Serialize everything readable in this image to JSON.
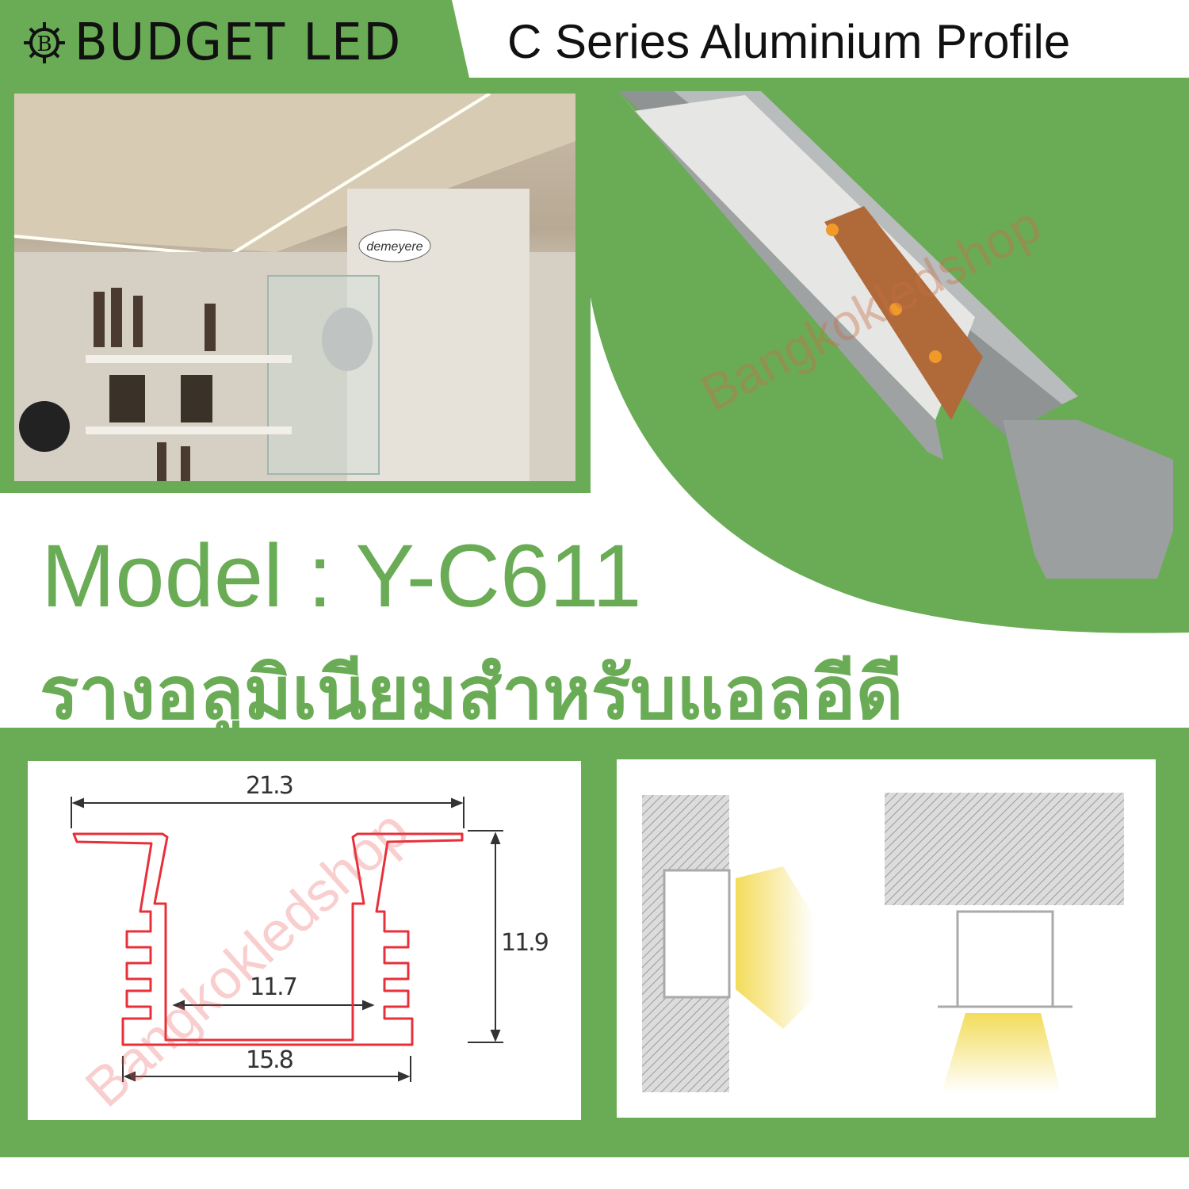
{
  "header": {
    "brand": "BUDGET LED",
    "title": "C Series Aluminium Profile"
  },
  "photo": {
    "sign_text": "demeyere"
  },
  "product": {
    "watermark": "Bangkokledshop"
  },
  "model": {
    "label": "Model : Y-C611",
    "thai_name": "รางอลูมิเนียมสำหรับแอลอีดี"
  },
  "drawing": {
    "unit_note": "",
    "dimensions": {
      "top_width": "21.3",
      "height": "11.9",
      "inner_width": "11.7",
      "bottom_width": "15.8"
    },
    "watermark": "Bangkokledshop"
  },
  "colors": {
    "brand_green": "#6aac56",
    "profile_red": "#e8303a",
    "light_yellow": "#f3dc5a"
  }
}
